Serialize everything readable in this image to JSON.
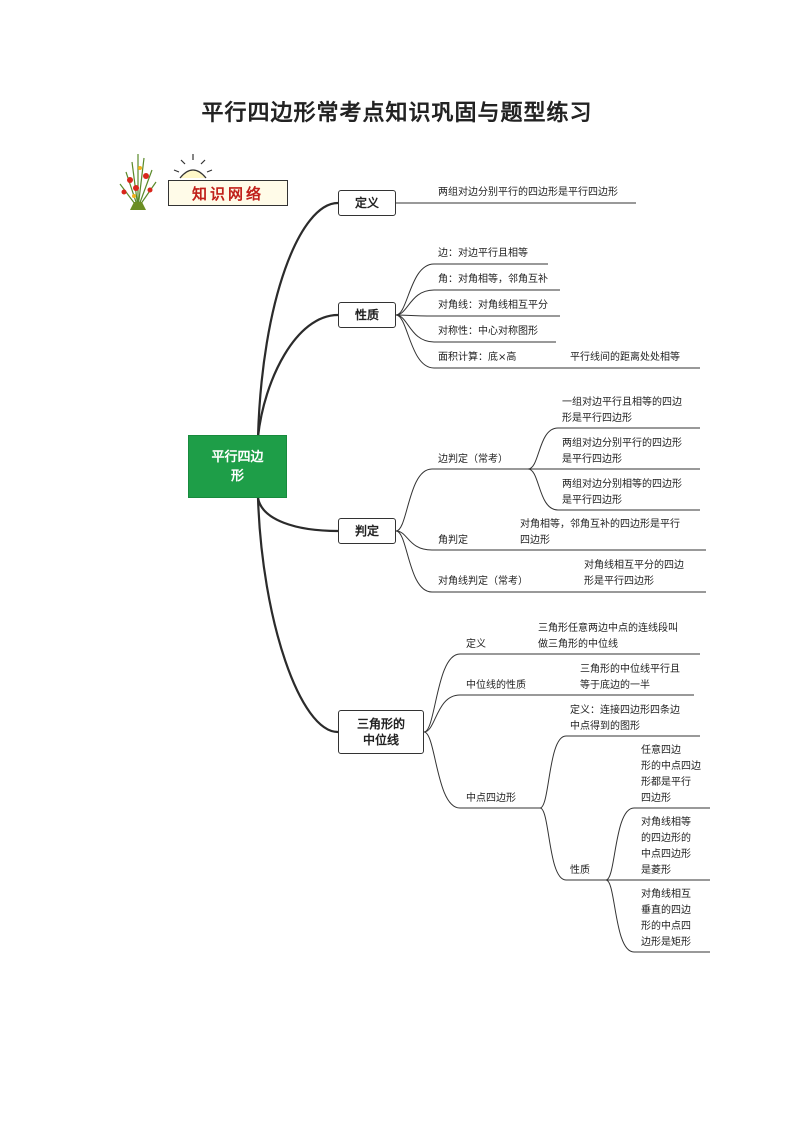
{
  "page_title": "平行四边形常考点知识巩固与题型练习",
  "logo_text": "知识网络",
  "root": [
    "平行四边",
    "形"
  ],
  "def": {
    "label": "定义",
    "text": "两组对边分别平行的四边形是平行四边形"
  },
  "prop": {
    "label": "性质",
    "items": [
      "边：对边平行且相等",
      "角：对角相等，邻角互补",
      "对角线：对角线相互平分",
      "对称性：中心对称图形",
      "面积计算：底×高"
    ],
    "note": "平行线间的距离处处相等"
  },
  "judge": {
    "label": "判定",
    "side": {
      "label": "边判定（常考）",
      "items": [
        [
          "一组对边平行且相等的四边",
          "形是平行四边形"
        ],
        [
          "两组对边分别平行的四边形",
          "是平行四边形"
        ],
        [
          "两组对边分别相等的四边形",
          "是平行四边形"
        ]
      ]
    },
    "angle": {
      "label": "角判定",
      "text": [
        "对角相等，邻角互补的四边形是平行",
        "四边形"
      ]
    },
    "diag": {
      "label": "对角线判定（常考）",
      "text": [
        "对角线相互平分的四边",
        "形是平行四边形"
      ]
    }
  },
  "mid": {
    "label": [
      "三角形的",
      "中位线"
    ],
    "def": {
      "label": "定义",
      "text": [
        "三角形任意两边中点的连线段叫",
        "做三角形的中位线"
      ]
    },
    "prop": {
      "label": "中位线的性质",
      "text": [
        "三角形的中位线平行且",
        "等于底边的一半"
      ]
    },
    "quad": {
      "label": "中点四边形",
      "def": [
        "定义：连接四边形四条边",
        "中点得到的图形"
      ],
      "prop_label": "性质",
      "props": [
        [
          "任意四边",
          "形的中点四边",
          "形都是平行",
          "四边形"
        ],
        [
          "对角线相等",
          "的四边形的",
          "中点四边形",
          "是菱形"
        ],
        [
          "对角线相互",
          "垂直的四边",
          "形的中点四",
          "边形是矩形"
        ]
      ]
    }
  }
}
